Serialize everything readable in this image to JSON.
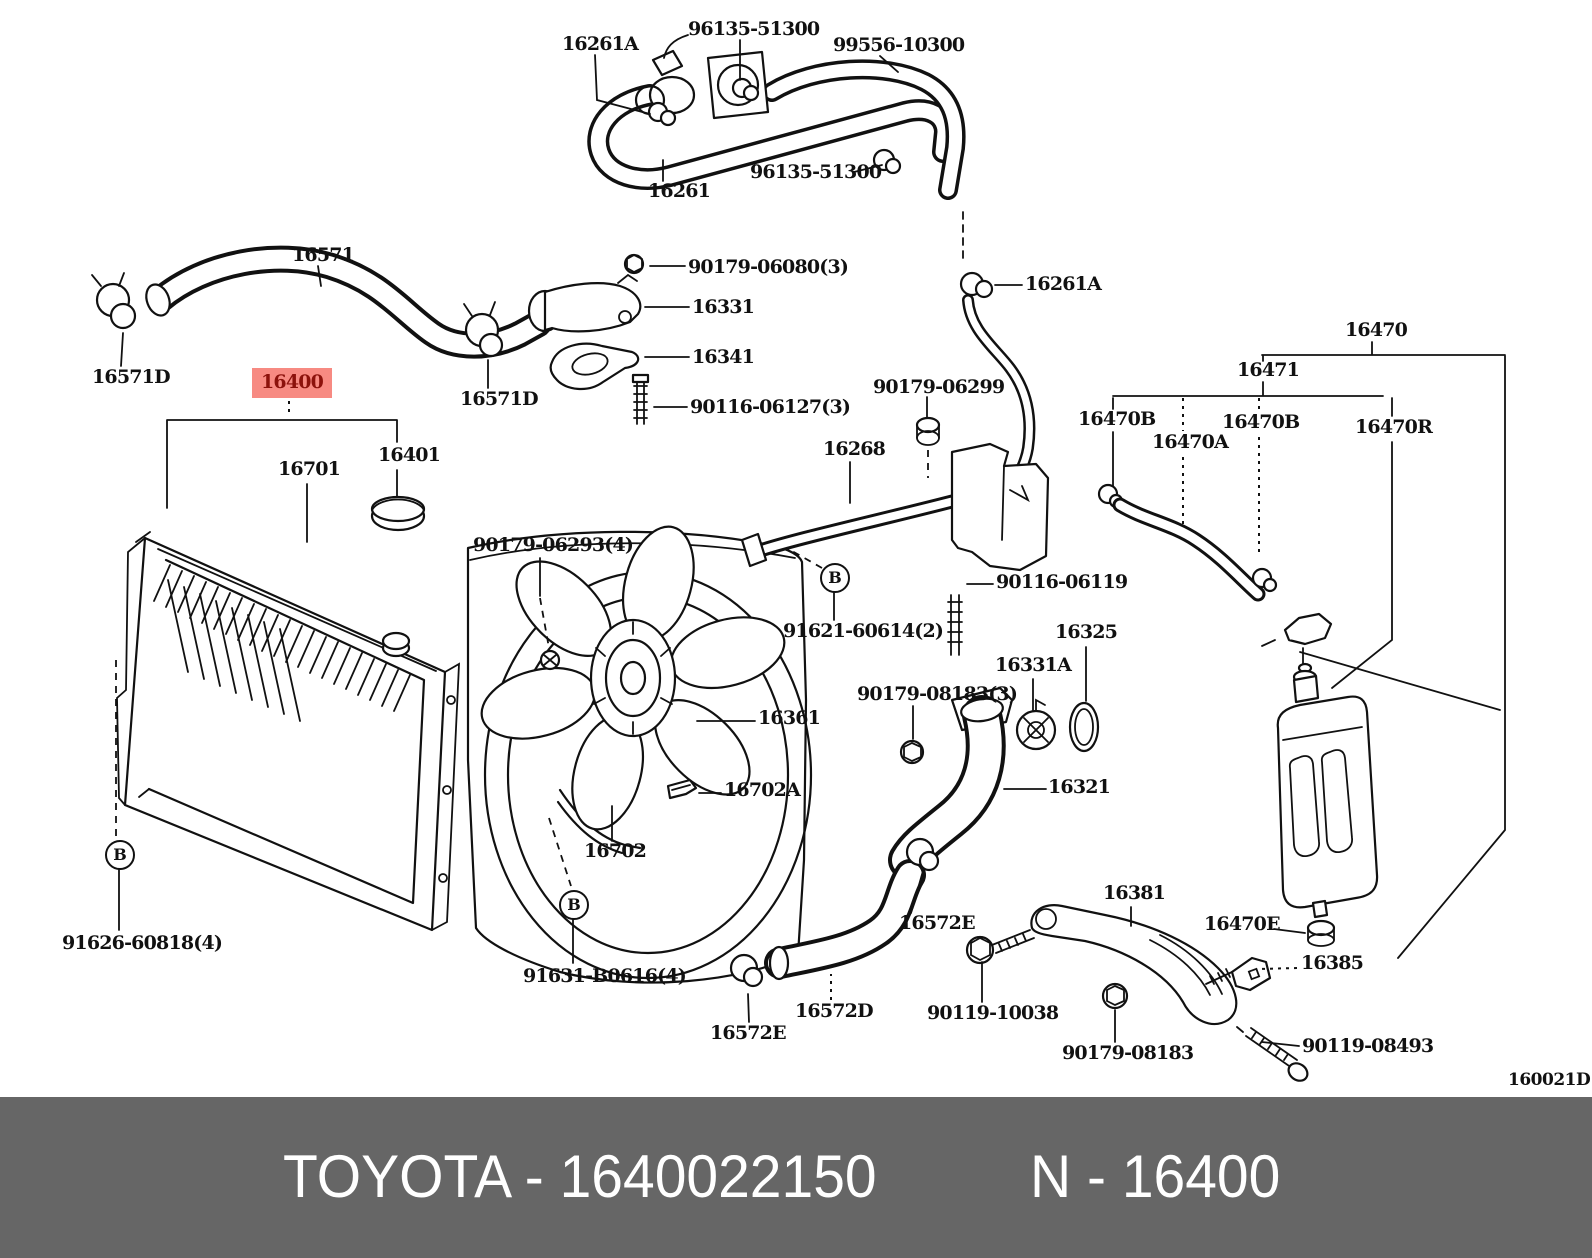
{
  "figure": {
    "code": "160021D",
    "highlighted_part": "16400",
    "colors": {
      "line": "#111111",
      "highlight_bg": "#f78a82",
      "highlight_fg": "#8c120c",
      "footer_bg": "#666666",
      "footer_fg": "#ffffff"
    }
  },
  "footer": {
    "left": "TOYOTA - 1640022150",
    "right": "N - 16400"
  },
  "callouts": {
    "b": "B"
  },
  "labels": {
    "p16261a_top": "16261A",
    "p96135_top": "96135-51300",
    "p99556": "99556-10300",
    "p96135_mid": "96135-51300",
    "p16261": "16261",
    "p16571": "16571",
    "p90179_06080": "90179-06080(3)",
    "p16331": "16331",
    "p16341": "16341",
    "p16571d_l": "16571D",
    "p16400": "16400",
    "p16571d_r": "16571D",
    "p90116_06127": "90116-06127(3)",
    "p90179_06299": "90179-06299",
    "p16261a_r": "16261A",
    "p16470": "16470",
    "p16471": "16471",
    "p16470b1": "16470B",
    "p16470a": "16470A",
    "p16470b2": "16470B",
    "p16470r": "16470R",
    "p16268": "16268",
    "p16401": "16401",
    "p16701": "16701",
    "p90179_06293": "90179-06293(4)",
    "p90116_06119": "90116-06119",
    "p91621": "91621-60614(2)",
    "p16325": "16325",
    "p16331a": "16331A",
    "p90179_08183_3": "90179-08183(3)",
    "p16361": "16361",
    "p16702a": "16702A",
    "p16321": "16321",
    "p16702": "16702",
    "p16381": "16381",
    "p16572e_r": "16572E",
    "p16470e": "16470E",
    "p91626": "91626-60818(4)",
    "p16385": "16385",
    "p91631": "91631-B0616(4)",
    "p16572d": "16572D",
    "p90119_10038": "90119-10038",
    "p16572e_l": "16572E",
    "p90119_08493": "90119-08493",
    "p90179_08183": "90179-08183"
  }
}
